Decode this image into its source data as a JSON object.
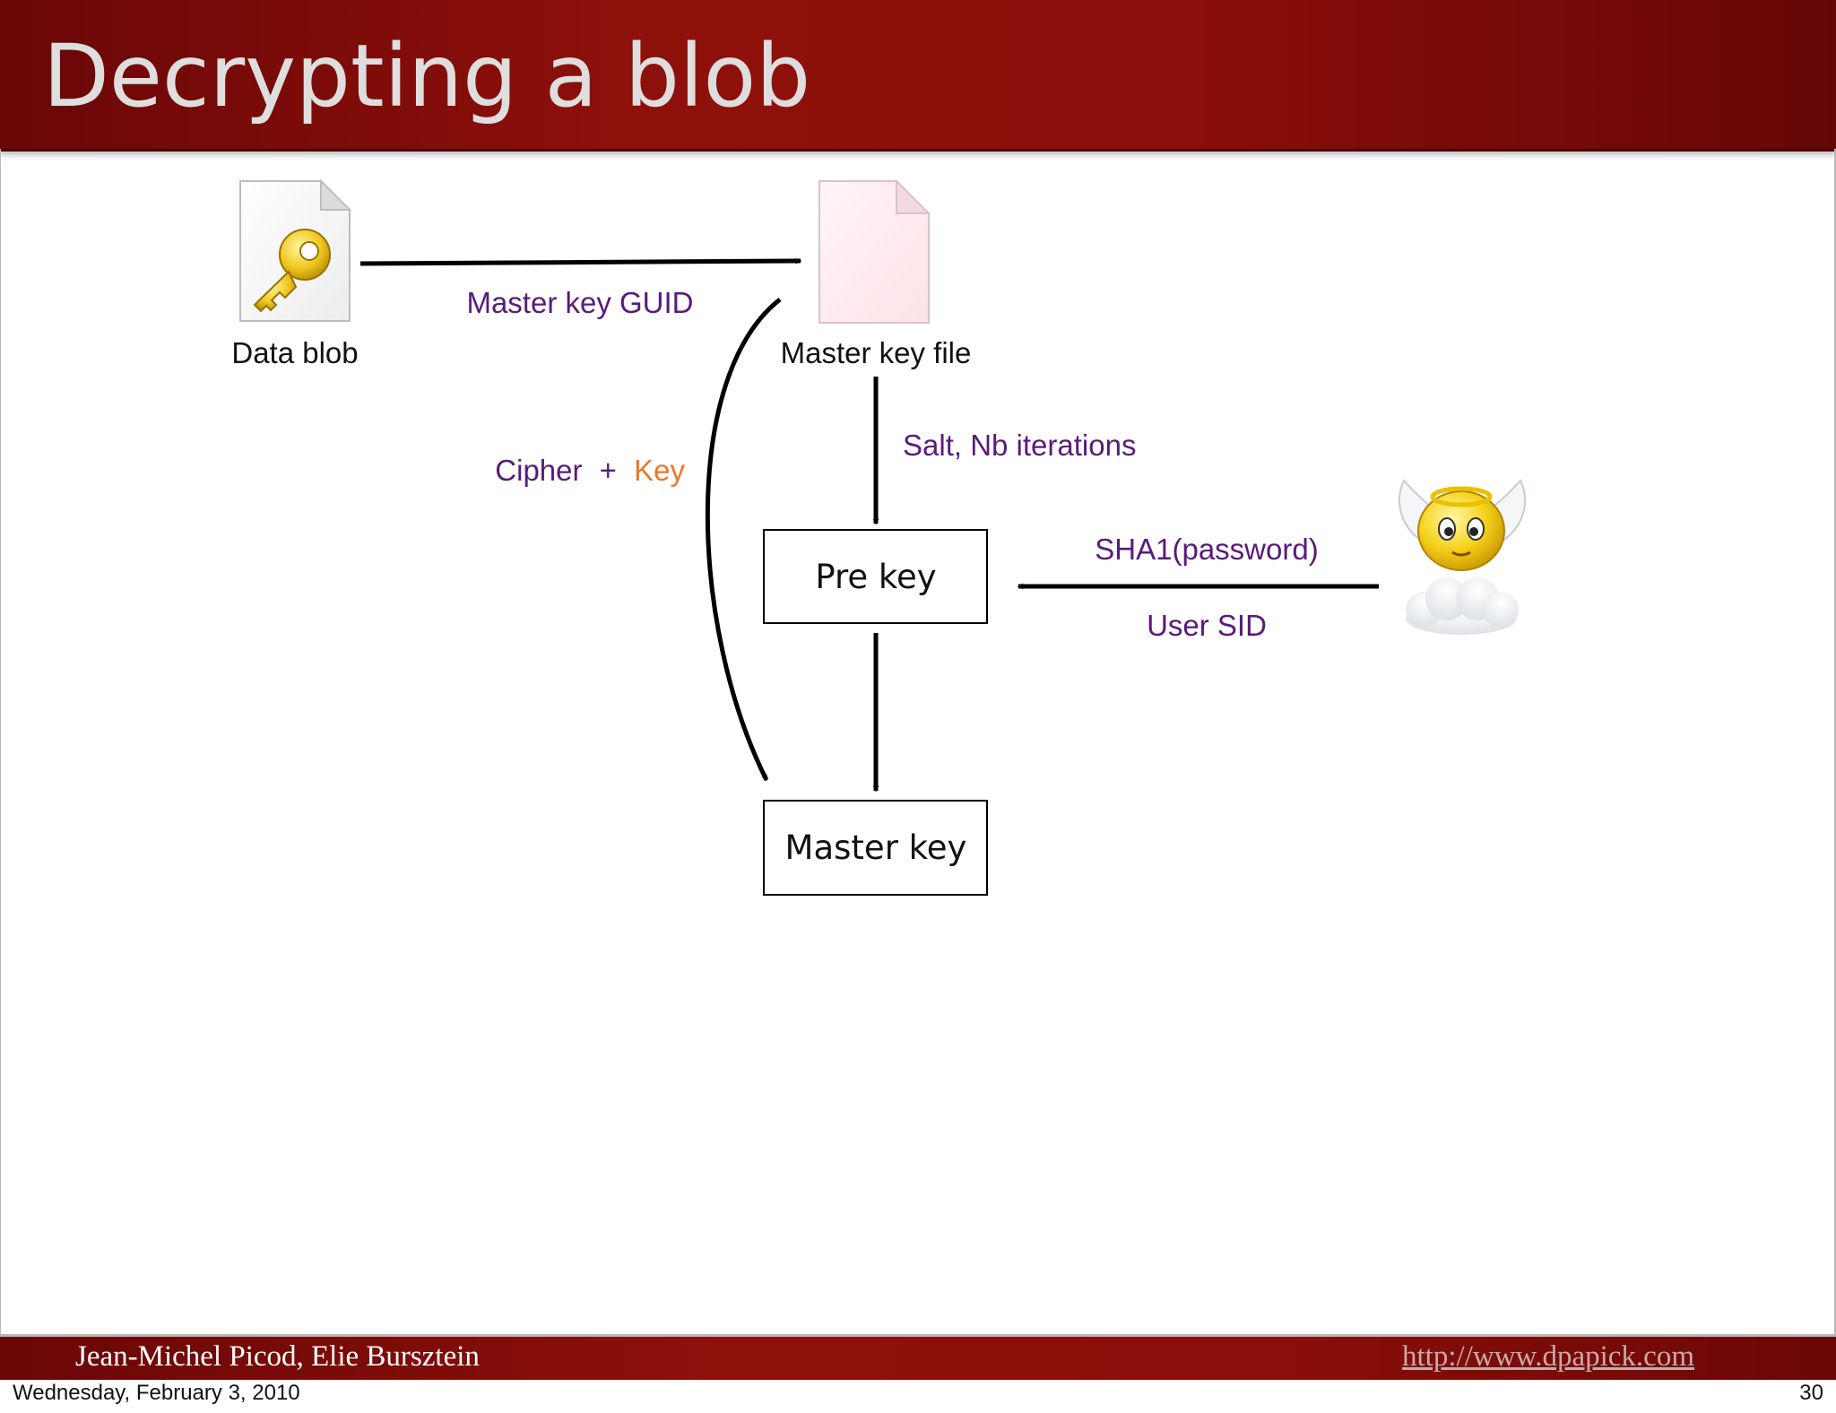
{
  "slide": {
    "title": "Decrypting a blob"
  },
  "diagram": {
    "nodes": {
      "data_blob": "Data blob",
      "master_key_file": "Master key file",
      "pre_key": "Pre key",
      "master_key": "Master key"
    },
    "edges": {
      "master_key_guid": "Master key GUID",
      "salt_iterations": "Salt, Nb iterations",
      "cipher": "Cipher",
      "cipher_plus": "+",
      "cipher_key": "Key",
      "sha1_password": "SHA1(password)",
      "user_sid": "User SID"
    },
    "icons": {
      "data_blob": "document-key-icon",
      "master_key_file": "blank-document-icon",
      "user": "angel-smiley-icon"
    },
    "colors": {
      "header": "#8a0e0a",
      "edge_label": "#5a1a7a",
      "key_highlight": "#e8782a"
    }
  },
  "footer": {
    "authors": "Jean-Michel Picod, Elie Bursztein",
    "url": "http://www.dpapick.com",
    "date": "Wednesday, February 3, 2010",
    "page_number": "30"
  }
}
